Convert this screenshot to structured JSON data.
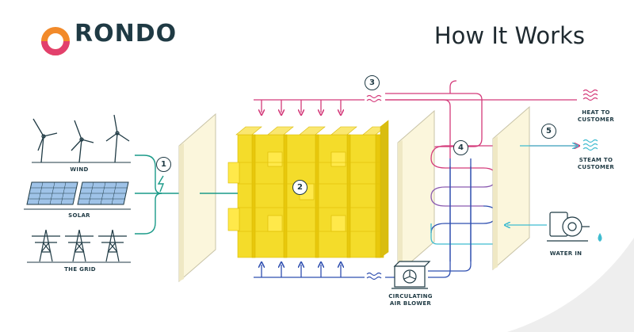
{
  "brand": {
    "name": "RONDO"
  },
  "header": {
    "title": "How It Works"
  },
  "sources": {
    "wind": "WIND",
    "solar": "SOLAR",
    "grid": "THE GRID"
  },
  "outputs": {
    "heat": "HEAT TO\nCUSTOMER",
    "steam": "STEAM TO\nCUSTOMER",
    "water": "WATER IN"
  },
  "blower": {
    "label": "CIRCULATING\nAIR BLOWER"
  },
  "steps": [
    "1",
    "2",
    "3",
    "4",
    "5"
  ],
  "colors": {
    "pink": "#d43a7a",
    "blue": "#2f4fb0",
    "cyan": "#3fbcd0",
    "purple": "#8a5ab0",
    "teal": "#1a9a88",
    "yellow": "#f4dc2a",
    "navy": "#1f3a44"
  },
  "icons": [
    "rondo-logo-icon",
    "wind-turbine-icon",
    "solar-panel-icon",
    "power-tower-icon",
    "lightning-icon",
    "air-blower-icon",
    "water-pump-icon",
    "water-drop-icon",
    "heat-waves-icon",
    "steam-waves-icon"
  ]
}
